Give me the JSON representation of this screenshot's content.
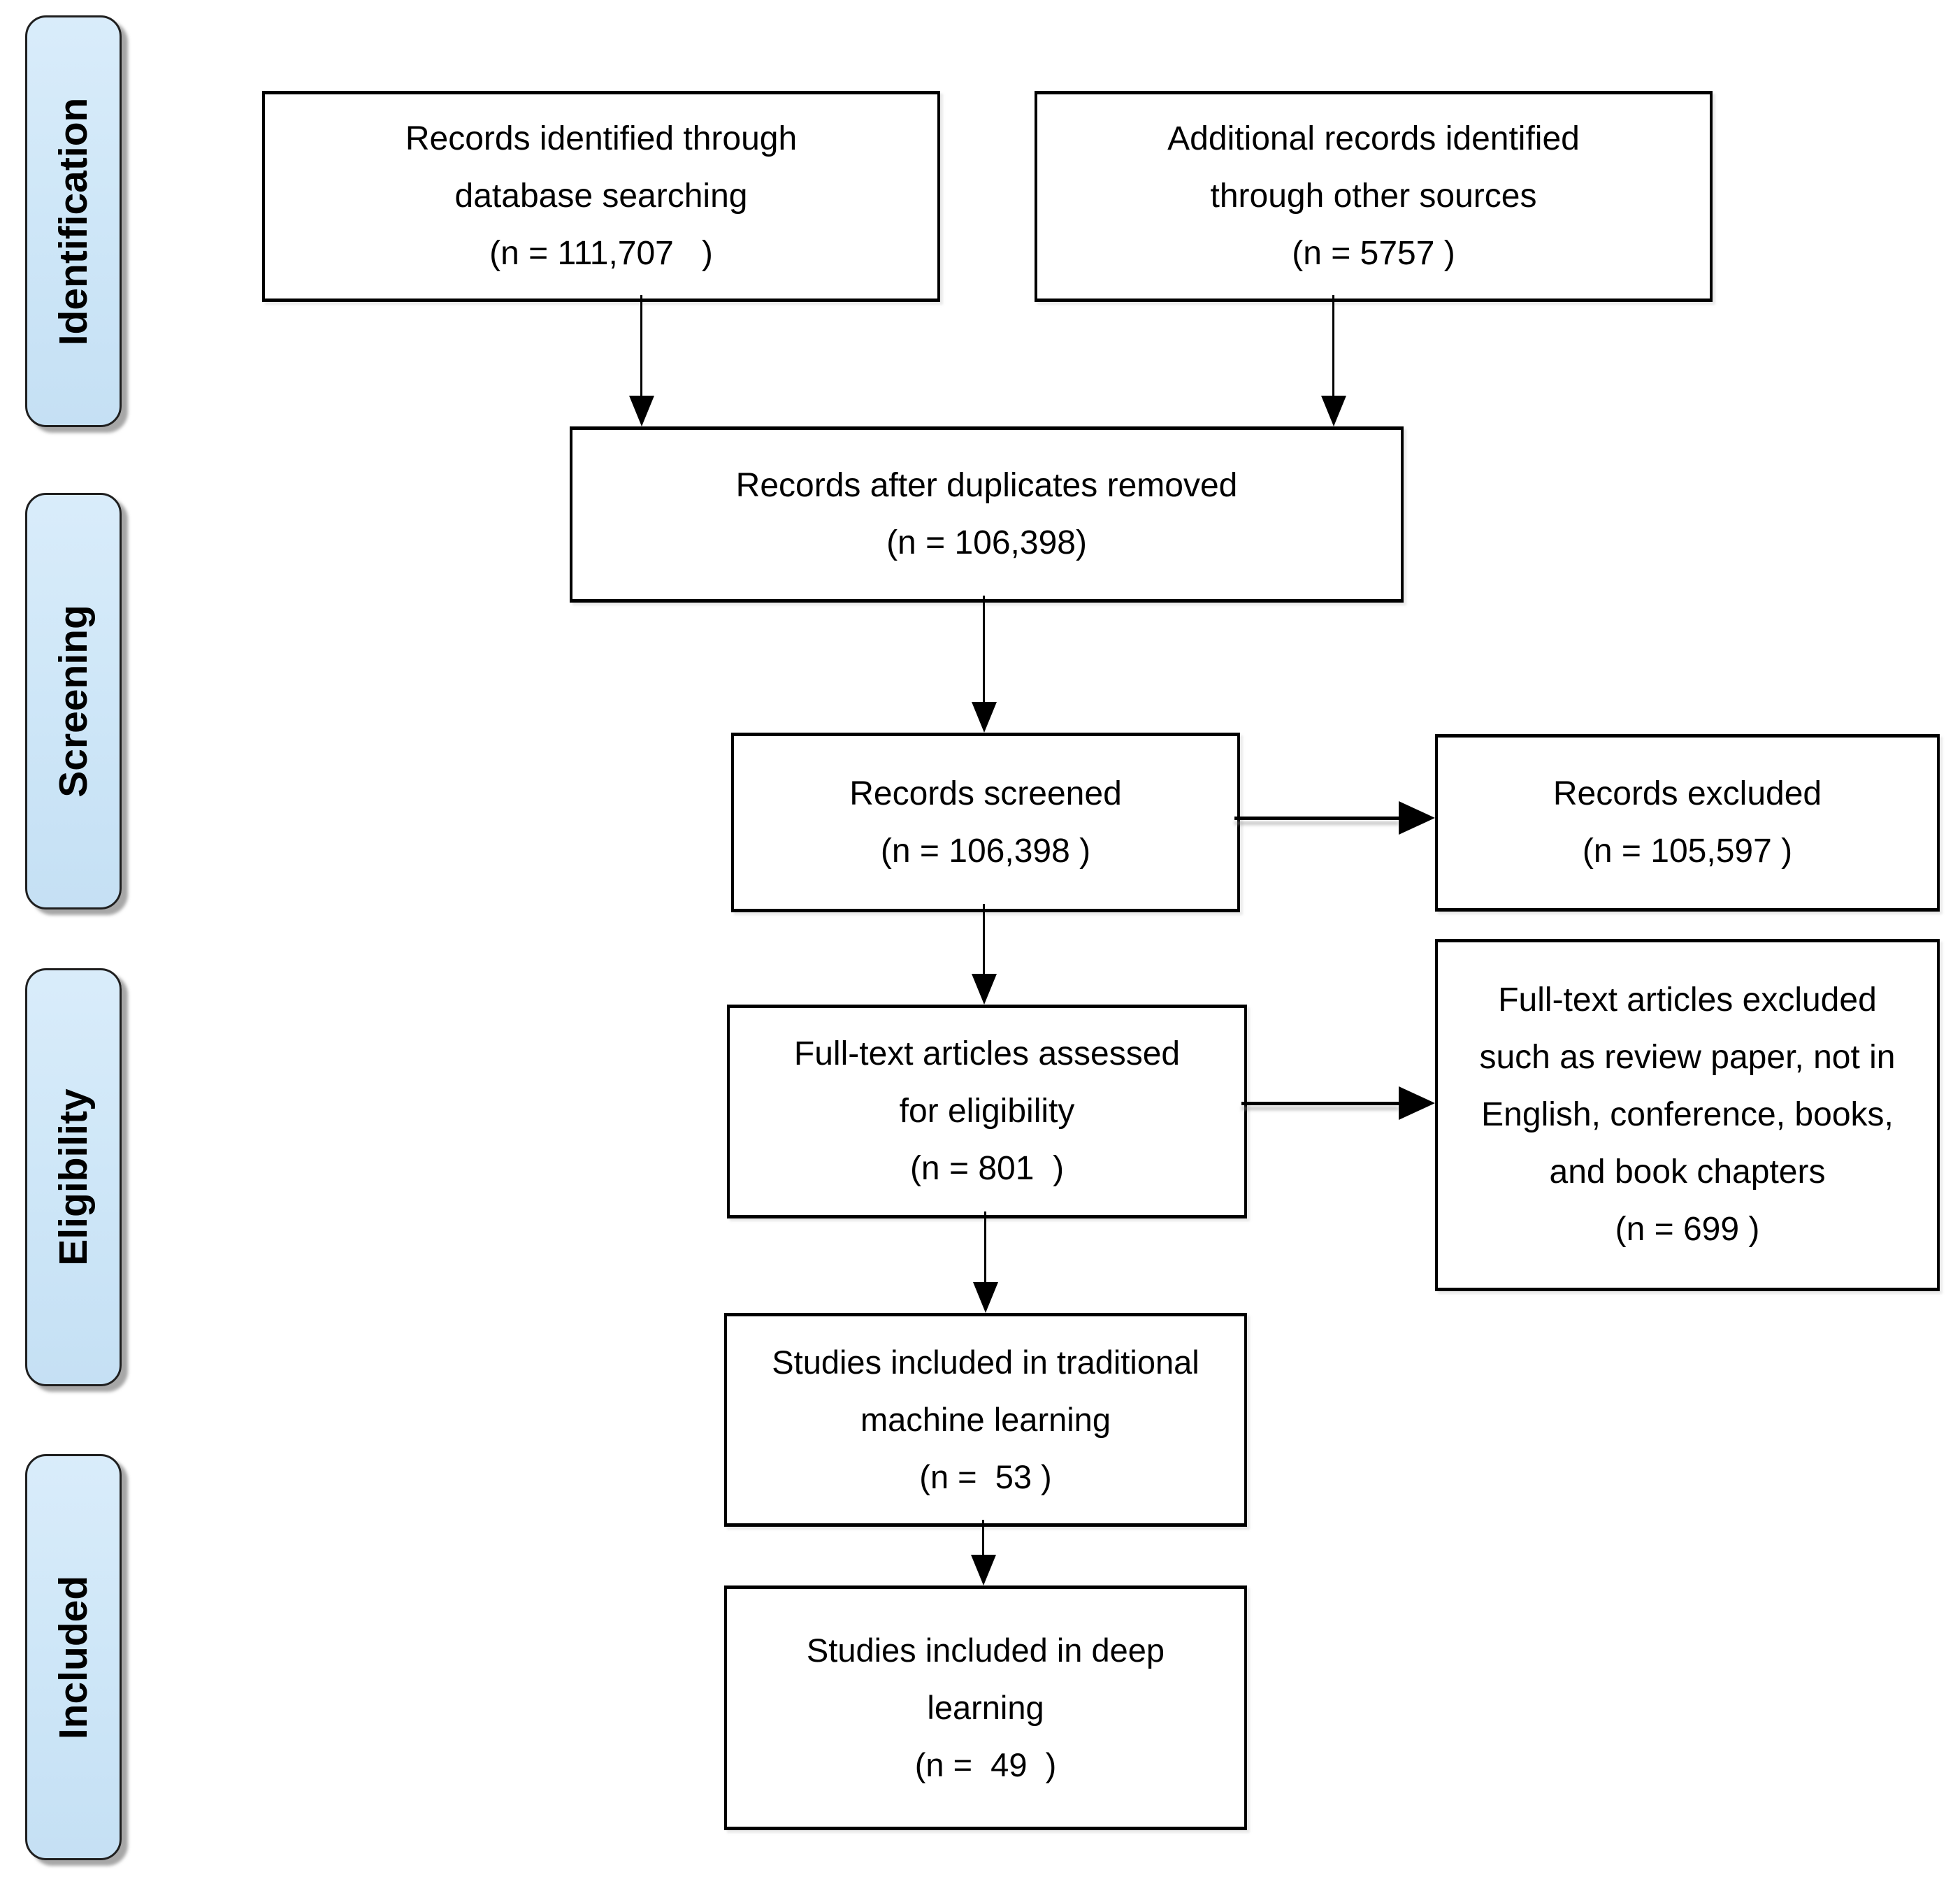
{
  "diagram": {
    "stages": [
      {
        "label": "Identification"
      },
      {
        "label": "Screening"
      },
      {
        "label": "Eligibility"
      },
      {
        "label": "Included"
      }
    ],
    "boxes": {
      "records_identified": {
        "line1": "Records identified through",
        "line2": "database searching",
        "line3": "(n = 111,707   )"
      },
      "additional_records": {
        "line1": "Additional records identified",
        "line2": "through other sources",
        "line3": "(n = 5757 )"
      },
      "after_duplicates": {
        "line1": "Records after duplicates removed",
        "line2": "(n = 106,398)"
      },
      "records_screened": {
        "line1": "Records screened",
        "line2": "(n = 106,398 )"
      },
      "records_excluded": {
        "line1": "Records excluded",
        "line2": "(n = 105,597 )"
      },
      "fulltext_assessed": {
        "line1": "Full-text articles assessed",
        "line2": "for eligibility",
        "line3": "(n = 801  )"
      },
      "fulltext_excluded": {
        "line1": "Full-text articles excluded",
        "line2": "such as review paper, not in",
        "line3": "English, conference, books,",
        "line4": "and book chapters",
        "line5": "(n = 699 )"
      },
      "included_traditional_ml": {
        "line1": "Studies included in traditional",
        "line2": "machine learning",
        "line3": "(n =  53 )"
      },
      "included_deep_learning": {
        "line1": "Studies included in deep",
        "line2": "learning",
        "line3": "(n =  49  )"
      }
    },
    "colors": {
      "stage_fill": "#cfe7f8",
      "stage_border": "#1f1f1f",
      "box_border": "#000000",
      "arrow": "#000000",
      "shadow": "#808080"
    }
  }
}
